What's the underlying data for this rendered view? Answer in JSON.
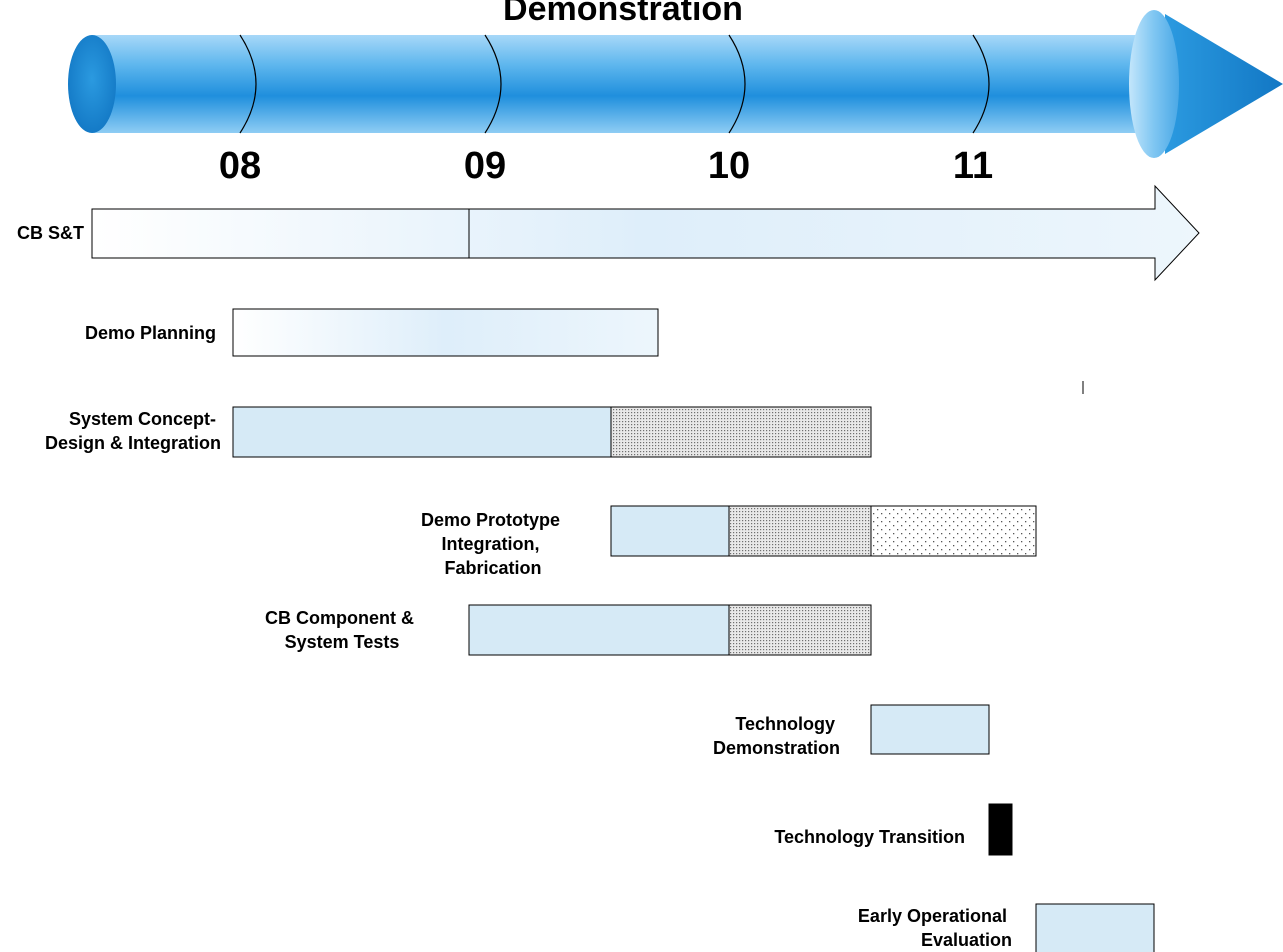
{
  "title": "Demonstration",
  "timeline": {
    "years": [
      "08",
      "09",
      "10",
      "11"
    ]
  },
  "rows": [
    {
      "id": "cb-st",
      "label": [
        "CB S&T"
      ],
      "segments": [
        {
          "start": "08",
          "end": "09",
          "style": "gradient"
        },
        {
          "start": "09",
          "end": "beyond-11",
          "style": "gradient-arrow"
        }
      ]
    },
    {
      "id": "demo-planning",
      "label": [
        "Demo Planning"
      ],
      "segments": [
        {
          "start": "08",
          "end": "09-10 mid",
          "style": "gradient"
        }
      ]
    },
    {
      "id": "system-concept",
      "label": [
        "System Concept-",
        "Design & Integration"
      ],
      "segments": [
        {
          "start": "08",
          "end": "09 mid",
          "style": "light-blue"
        },
        {
          "start": "09 mid",
          "end": "10 mid",
          "style": "dense-dots"
        }
      ]
    },
    {
      "id": "demo-prototype",
      "label": [
        "Demo Prototype",
        "Integration,",
        "Fabrication"
      ],
      "segments": [
        {
          "start": "09 mid",
          "end": "10",
          "style": "light-blue"
        },
        {
          "start": "10",
          "end": "10 mid",
          "style": "dense-dots"
        },
        {
          "start": "10 mid",
          "end": "11 mid",
          "style": "sparse-dots"
        }
      ]
    },
    {
      "id": "cb-component",
      "label": [
        "CB Component &",
        "System Tests"
      ],
      "segments": [
        {
          "start": "09",
          "end": "10",
          "style": "light-blue"
        },
        {
          "start": "10",
          "end": "10 mid",
          "style": "dense-dots"
        }
      ]
    },
    {
      "id": "tech-demo",
      "label": [
        "Technology",
        "Demonstration"
      ],
      "segments": [
        {
          "start": "10 mid",
          "end": "11",
          "style": "light-blue"
        }
      ]
    },
    {
      "id": "tech-transition",
      "label": [
        "Technology Transition"
      ],
      "segments": [
        {
          "start": "11",
          "end": "11+",
          "style": "solid-black"
        }
      ]
    },
    {
      "id": "early-eval",
      "label": [
        "Early Operational",
        "Evaluation"
      ],
      "segments": [
        {
          "start": "11 mid",
          "end": "end",
          "style": "light-blue"
        }
      ]
    }
  ],
  "colors": {
    "light_blue": "#d6eaf6",
    "arrow_blue": "#2b9ae0",
    "arrow_dark": "#1277c4",
    "arrow_light": "#a7d8f8",
    "outline": "#000000",
    "dots": "#6f6f6f"
  }
}
